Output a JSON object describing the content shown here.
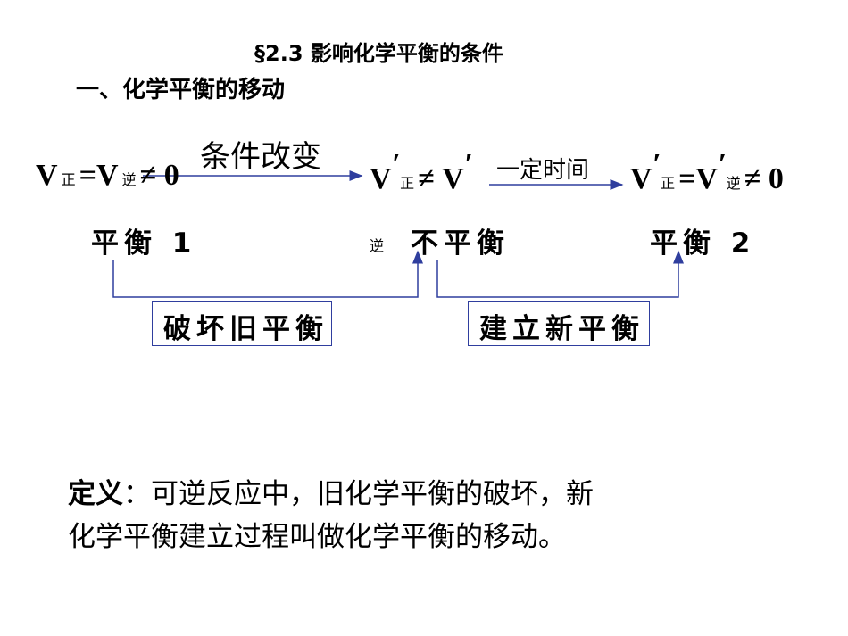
{
  "slide": {
    "title": "§2.3  影响化学平衡的条件",
    "section": "一、化学平衡的移动"
  },
  "equations": {
    "eq1": {
      "v1": "V",
      "sub1": "正",
      "eq": " =V",
      "sub2": "逆",
      "neq": "≠ 0"
    },
    "eq2": {
      "v1": "V",
      "prime1": "′",
      "sub1": "正",
      "neq": "≠ V",
      "prime2": "′",
      "sub2": "逆"
    },
    "eq3": {
      "v1": "V",
      "prime1": "′",
      "sub1": "正",
      "eq": " =V",
      "prime2": "′",
      "sub2": "逆",
      "neq": "≠ 0"
    }
  },
  "arrows": {
    "condition_change": "条件改变",
    "after_time": "一定时间"
  },
  "states": {
    "balance1": "平衡 1",
    "imbalance": "不平衡",
    "balance2": "平衡 2"
  },
  "boxes": {
    "break_old": "破坏旧平衡",
    "build_new": "建立新平衡"
  },
  "definition": {
    "heading": "定义",
    "colon": "：",
    "body": "可逆反应中，旧化学平衡的破坏，新化学平衡建立过程叫做化学平衡的移动。"
  },
  "colors": {
    "arrow": "#2f3e9e",
    "text": "#000000"
  }
}
